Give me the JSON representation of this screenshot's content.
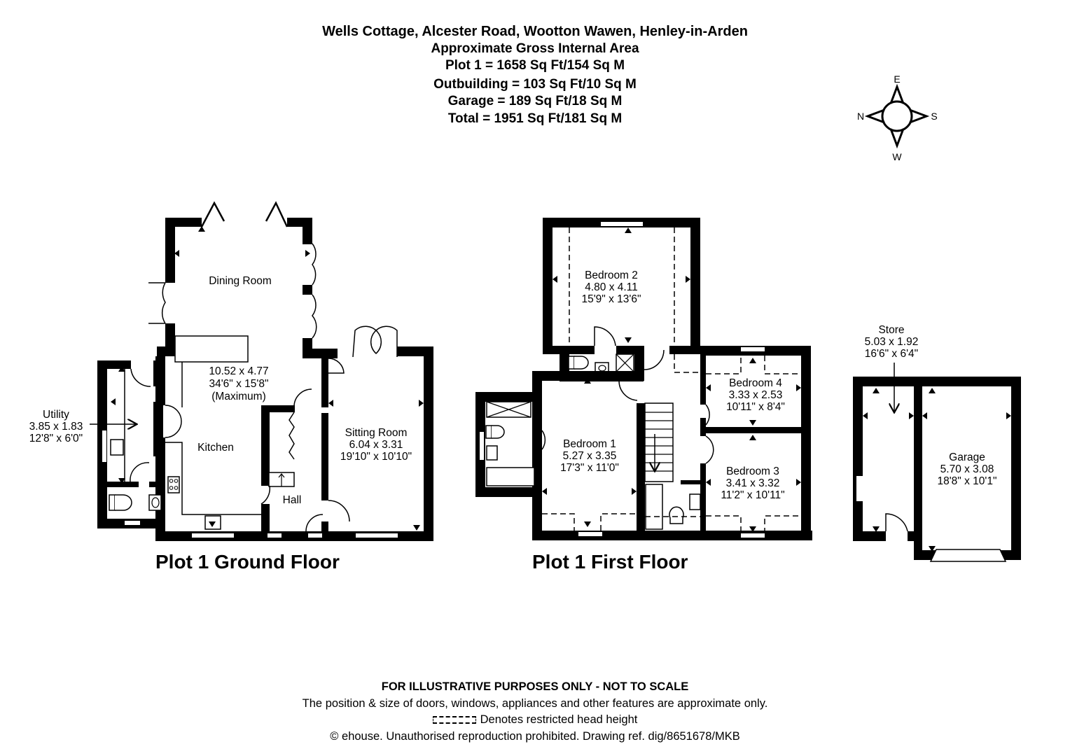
{
  "header": {
    "address": "Wells Cottage, Alcester Road, Wootton Wawen, Henley-in-Arden",
    "subtitle": "Approximate Gross Internal Area",
    "areas": [
      "Plot 1 = 1658 Sq Ft/154 Sq M",
      "Outbuilding = 103 Sq Ft/10 Sq M",
      "Garage = 189 Sq Ft/18 Sq M",
      "Total = 1951 Sq Ft/181 Sq M"
    ]
  },
  "compass": {
    "top": "E",
    "left": "N",
    "right": "S",
    "bottom": "W"
  },
  "ground_floor": {
    "label": "Plot 1 Ground Floor",
    "rooms": {
      "dining": {
        "name": "Dining Room"
      },
      "kitchen_dims": {
        "metric": "10.52 x 4.77",
        "imperial": "34'6\" x 15'8\"",
        "note": "(Maximum)"
      },
      "kitchen": {
        "name": "Kitchen"
      },
      "utility": {
        "name": "Utility",
        "metric": "3.85 x 1.83",
        "imperial": "12'8\" x 6'0\""
      },
      "sitting": {
        "name": "Sitting Room",
        "metric": "6.04 x 3.31",
        "imperial": "19'10\" x 10'10\""
      },
      "hall": {
        "name": "Hall"
      }
    }
  },
  "first_floor": {
    "label": "Plot 1 First Floor",
    "rooms": {
      "bedroom2": {
        "name": "Bedroom 2",
        "metric": "4.80 x 4.11",
        "imperial": "15'9\" x 13'6\""
      },
      "bedroom1": {
        "name": "Bedroom 1",
        "metric": "5.27 x 3.35",
        "imperial": "17'3\" x 11'0\""
      },
      "bedroom4": {
        "name": "Bedroom 4",
        "metric": "3.33 x 2.53",
        "imperial": "10'11\" x 8'4\""
      },
      "bedroom3": {
        "name": "Bedroom 3",
        "metric": "3.41 x 3.32",
        "imperial": "11'2\" x 10'11\""
      }
    }
  },
  "outbuilding": {
    "store": {
      "name": "Store",
      "metric": "5.03 x 1.92",
      "imperial": "16'6\" x 6'4\""
    },
    "garage": {
      "name": "Garage",
      "metric": "5.70 x 3.08",
      "imperial": "18'8\" x 10'1\""
    }
  },
  "footer": {
    "disclaimer": "FOR ILLUSTRATIVE PURPOSES ONLY - NOT TO SCALE",
    "note": "The position & size of doors, windows, appliances and other features are approximate only.",
    "legend": "Denotes restricted head height",
    "copyright_symbol": "©",
    "copyright": "ehouse. Unauthorised reproduction prohibited. Drawing ref. dig/8651678/MKB"
  },
  "colors": {
    "wall": "#000000",
    "background": "#ffffff"
  }
}
